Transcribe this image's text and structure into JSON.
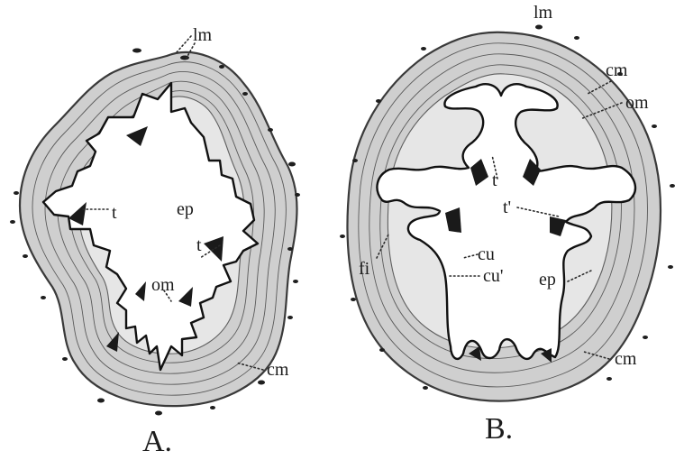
{
  "figure": {
    "panel_a": {
      "label": "A.",
      "annotations": {
        "lm": "lm",
        "t1": "t",
        "ep": "ep",
        "t2": "t",
        "om": "om",
        "cm": "cm"
      }
    },
    "panel_b": {
      "label": "B.",
      "annotations": {
        "lm": "lm",
        "cm_top": "cm",
        "om": "om",
        "t": "t",
        "t_prime": "t'",
        "cu": "cu",
        "cu_prime": "cu'",
        "fi": "fi",
        "ep": "ep",
        "cm_bottom": "cm"
      }
    }
  }
}
